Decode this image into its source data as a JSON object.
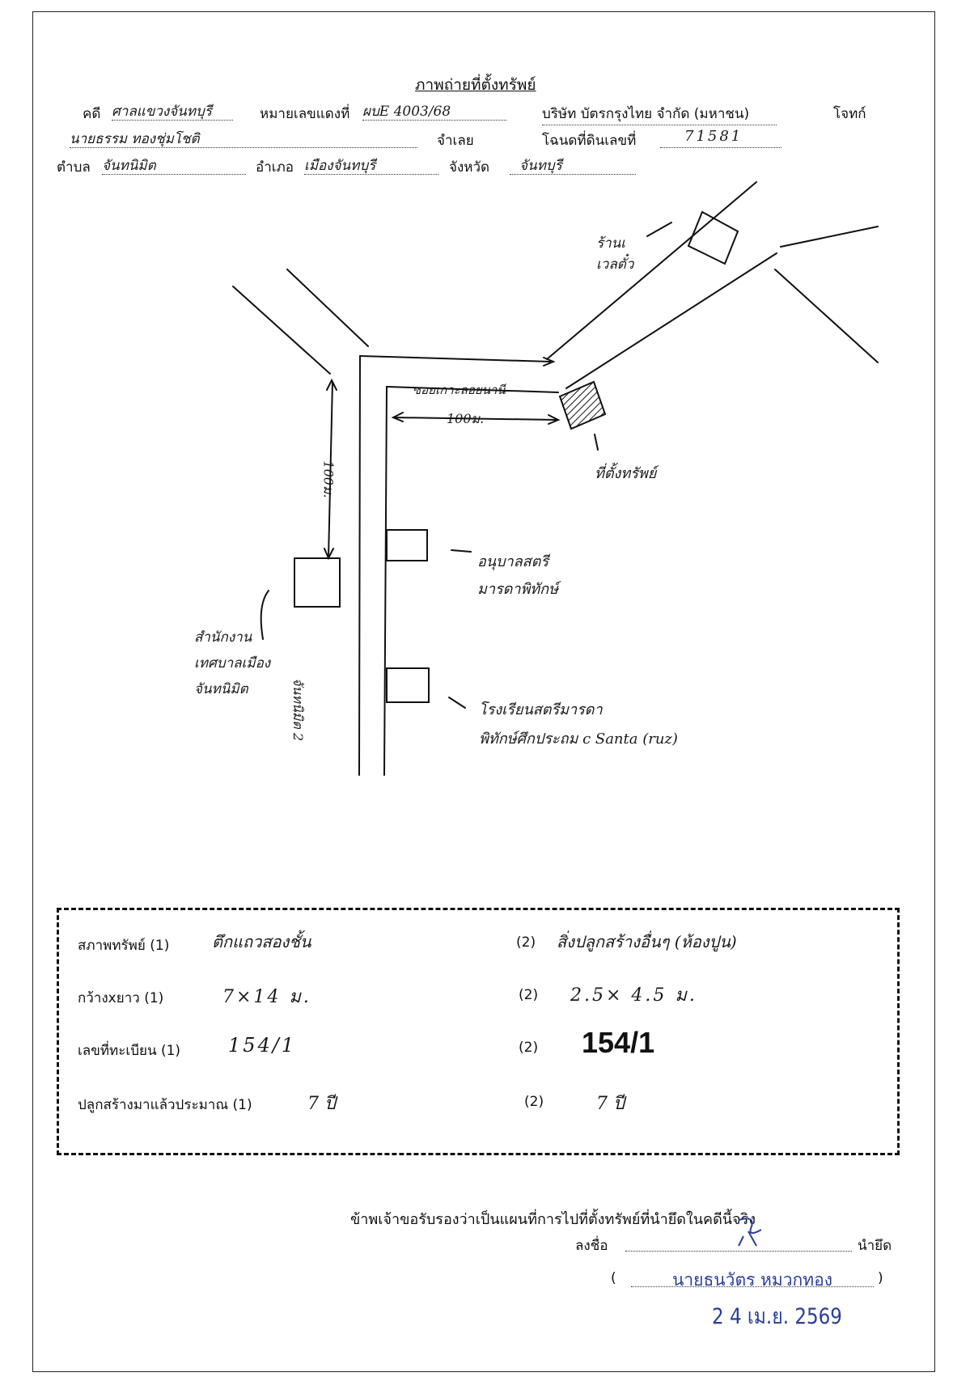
{
  "header": {
    "title": "ภาพถ่ายที่ตั้งทรัพย์",
    "case_label": "คดี",
    "case_value": "ศาลแขวงจันทบุรี",
    "red_no_label": "หมายเลขแดงที่",
    "red_no_value": "ผบE 4003/68",
    "plaintiff_name": "บริษัท บัตรกรุงไทย จำกัด (มหาชน)",
    "plaintiff_label": "โจทก์",
    "defendant_name": "นายธรรม ทองชุ่มโชติ",
    "defendant_label": "จำเลย",
    "deed_label": "โฉนดที่ดินเลขที่",
    "deed_value": "71581",
    "subdistrict_label": "ตำบล",
    "subdistrict_value": "จันทนิมิต",
    "district_label": "อำเภอ",
    "district_value": "เมืองจันทบุรี",
    "province_label": "จังหวัด",
    "province_value": "จันทบุรี"
  },
  "map": {
    "shop_top": "ร้านเ\nเวลตั๋ว",
    "soi_name": "ซอยเกาะลอยนานี",
    "dist_100_h": "100ม.",
    "dist_100_v": "100ม.",
    "property_label": "ที่ตั้งทรัพย์",
    "monument": "อนุบาลสตรี\nมารดาพิทักษ์",
    "office": "สำนักงาน\nเทศบาลเมือง\nจันทนิมิต",
    "road_name": "จันทนิมิต 2",
    "school": "โรงเรียนสตรีมารดา\nพิทักษ์ศึกประถม c Santa (ruz)"
  },
  "details": {
    "condition_label": "สภาพทรัพย์ (1)",
    "condition_1": "ตึกแถวสองชั้น",
    "condition_2_label": "(2)",
    "condition_2": "สิ่งปลูกสร้างอื่นๆ (ห้องปูน)",
    "size_label": "กว้างxยาว (1)",
    "size_1": "7×14 ม.",
    "size_2_label": "(2)",
    "size_2": "2.5× 4.5 ม.",
    "reg_label": "เลขที่ทะเบียน (1)",
    "reg_1": "154/1",
    "reg_2_label": "(2)",
    "reg_2": "154/1",
    "age_label": "ปลูกสร้างมาแล้วประมาณ (1)",
    "age_1": "7 ปี",
    "age_2_label": "(2)",
    "age_2": "7 ปี"
  },
  "certify": {
    "statement": "ข้าพเจ้าขอรับรองว่าเป็นแผนที่การไปที่ตั้งทรัพย์ที่นำยึดในคดีนี้จริง",
    "sign_label": "ลงชื่อ",
    "seizer_label": "นำยึด",
    "open_paren": "(",
    "close_paren": ")",
    "name_stamp": "นายธนวัตร หมวกทอง",
    "date_stamp": "2 4 เม.ย. 2569"
  },
  "colors": {
    "stamp_blue": "#2b3f9a",
    "ink": "#111111"
  }
}
